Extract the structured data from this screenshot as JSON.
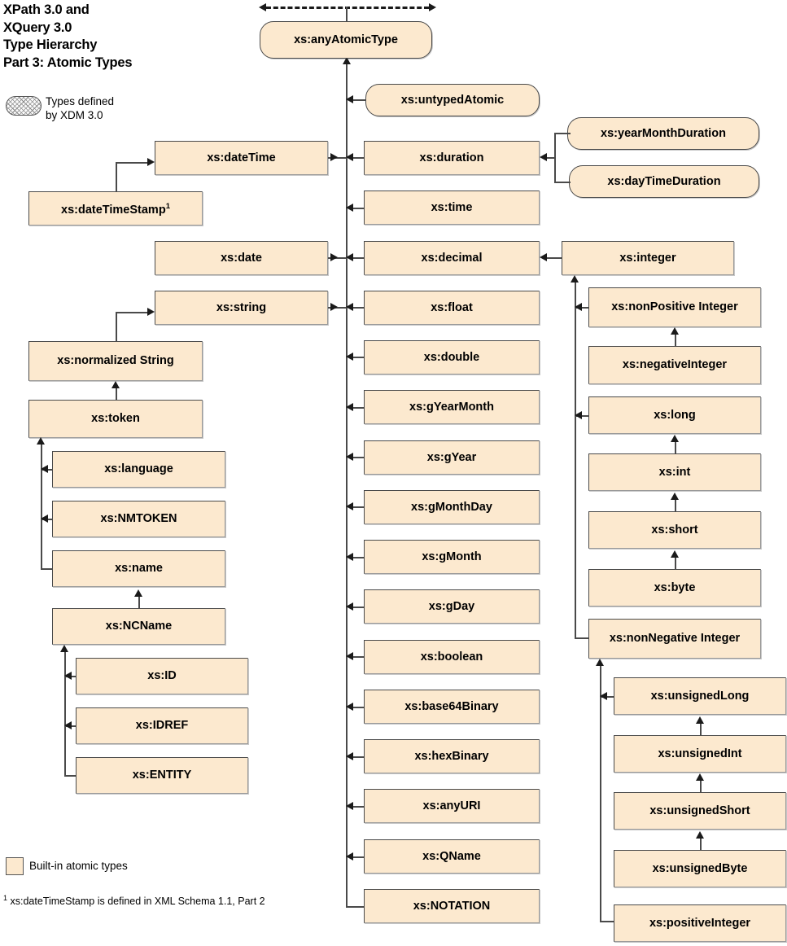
{
  "title": {
    "line1": "XPath 3.0 and",
    "line2": "XQuery 3.0",
    "line3": "Type Hierarchy",
    "line4": "Part 3: Atomic Types"
  },
  "legend": {
    "xdm_label_line1": "Types defined",
    "xdm_label_line2": "by XDM 3.0",
    "builtin_label": "Built-in atomic types",
    "footnote_marker": "1",
    "footnote_text": " xs:dateTimeStamp is defined in XML Schema 1.1, Part 2"
  },
  "colors": {
    "node_fill": "#fce9cf",
    "node_border": "#4a4a4a",
    "connector": "#4a4a4a",
    "arrow": "#1a1a1a",
    "background": "#ffffff"
  },
  "nodes": {
    "anyAtomicType": {
      "label": "xs:anyAtomicType",
      "shape": "rounded",
      "group": "xdm"
    },
    "untypedAtomic": {
      "label": "xs:untypedAtomic",
      "shape": "rounded",
      "group": "xdm"
    },
    "yearMonthDuration": {
      "label": "xs:yearMonthDuration",
      "shape": "rounded",
      "group": "xdm"
    },
    "dayTimeDuration": {
      "label": "xs:dayTimeDuration",
      "shape": "rounded",
      "group": "xdm"
    },
    "dateTime": {
      "label": "xs:dateTime",
      "shape": "rect",
      "group": "builtin"
    },
    "dateTimeStamp": {
      "label": "xs:dateTimeStamp",
      "shape": "rect",
      "group": "builtin",
      "footnote": "1"
    },
    "date": {
      "label": "xs:date",
      "shape": "rect",
      "group": "builtin"
    },
    "string": {
      "label": "xs:string",
      "shape": "rect",
      "group": "builtin"
    },
    "normalizedString": {
      "label": "xs:normalized String",
      "shape": "rect",
      "group": "builtin"
    },
    "token": {
      "label": "xs:token",
      "shape": "rect",
      "group": "builtin"
    },
    "language": {
      "label": "xs:language",
      "shape": "rect",
      "group": "builtin"
    },
    "NMTOKEN": {
      "label": "xs:NMTOKEN",
      "shape": "rect",
      "group": "builtin"
    },
    "name": {
      "label": "xs:name",
      "shape": "rect",
      "group": "builtin"
    },
    "NCName": {
      "label": "xs:NCName",
      "shape": "rect",
      "group": "builtin"
    },
    "ID": {
      "label": "xs:ID",
      "shape": "rect",
      "group": "builtin"
    },
    "IDREF": {
      "label": "xs:IDREF",
      "shape": "rect",
      "group": "builtin"
    },
    "ENTITY": {
      "label": "xs:ENTITY",
      "shape": "rect",
      "group": "builtin"
    },
    "duration": {
      "label": "xs:duration",
      "shape": "rect",
      "group": "builtin"
    },
    "time": {
      "label": "xs:time",
      "shape": "rect",
      "group": "builtin"
    },
    "decimal": {
      "label": "xs:decimal",
      "shape": "rect",
      "group": "builtin"
    },
    "float": {
      "label": "xs:float",
      "shape": "rect",
      "group": "builtin"
    },
    "double": {
      "label": "xs:double",
      "shape": "rect",
      "group": "builtin"
    },
    "gYearMonth": {
      "label": "xs:gYearMonth",
      "shape": "rect",
      "group": "builtin"
    },
    "gYear": {
      "label": "xs:gYear",
      "shape": "rect",
      "group": "builtin"
    },
    "gMonthDay": {
      "label": "xs:gMonthDay",
      "shape": "rect",
      "group": "builtin"
    },
    "gMonth": {
      "label": "xs:gMonth",
      "shape": "rect",
      "group": "builtin"
    },
    "gDay": {
      "label": "xs:gDay",
      "shape": "rect",
      "group": "builtin"
    },
    "boolean": {
      "label": "xs:boolean",
      "shape": "rect",
      "group": "builtin"
    },
    "base64Binary": {
      "label": "xs:base64Binary",
      "shape": "rect",
      "group": "builtin"
    },
    "hexBinary": {
      "label": "xs:hexBinary",
      "shape": "rect",
      "group": "builtin"
    },
    "anyURI": {
      "label": "xs:anyURI",
      "shape": "rect",
      "group": "builtin"
    },
    "QName": {
      "label": "xs:QName",
      "shape": "rect",
      "group": "builtin"
    },
    "NOTATION": {
      "label": "xs:NOTATION",
      "shape": "rect",
      "group": "builtin"
    },
    "integer": {
      "label": "xs:integer",
      "shape": "rect",
      "group": "builtin"
    },
    "nonPositiveInteger": {
      "label": "xs:nonPositive Integer",
      "shape": "rect",
      "group": "builtin"
    },
    "negativeInteger": {
      "label": "xs:negativeInteger",
      "shape": "rect",
      "group": "builtin"
    },
    "long": {
      "label": "xs:long",
      "shape": "rect",
      "group": "builtin"
    },
    "int": {
      "label": "xs:int",
      "shape": "rect",
      "group": "builtin"
    },
    "short": {
      "label": "xs:short",
      "shape": "rect",
      "group": "builtin"
    },
    "byte": {
      "label": "xs:byte",
      "shape": "rect",
      "group": "builtin"
    },
    "nonNegativeInteger": {
      "label": "xs:nonNegative Integer",
      "shape": "rect",
      "group": "builtin"
    },
    "unsignedLong": {
      "label": "xs:unsignedLong",
      "shape": "rect",
      "group": "builtin"
    },
    "unsignedInt": {
      "label": "xs:unsignedInt",
      "shape": "rect",
      "group": "builtin"
    },
    "unsignedShort": {
      "label": "xs:unsignedShort",
      "shape": "rect",
      "group": "builtin"
    },
    "unsignedByte": {
      "label": "xs:unsignedByte",
      "shape": "rect",
      "group": "builtin"
    },
    "positiveInteger": {
      "label": "xs:positiveInteger",
      "shape": "rect",
      "group": "builtin"
    }
  },
  "hierarchy": [
    {
      "parent": "anyAtomicType",
      "child": "untypedAtomic"
    },
    {
      "parent": "anyAtomicType",
      "child": "dateTime"
    },
    {
      "parent": "anyAtomicType",
      "child": "date"
    },
    {
      "parent": "anyAtomicType",
      "child": "string"
    },
    {
      "parent": "anyAtomicType",
      "child": "duration"
    },
    {
      "parent": "anyAtomicType",
      "child": "time"
    },
    {
      "parent": "anyAtomicType",
      "child": "decimal"
    },
    {
      "parent": "anyAtomicType",
      "child": "float"
    },
    {
      "parent": "anyAtomicType",
      "child": "double"
    },
    {
      "parent": "anyAtomicType",
      "child": "gYearMonth"
    },
    {
      "parent": "anyAtomicType",
      "child": "gYear"
    },
    {
      "parent": "anyAtomicType",
      "child": "gMonthDay"
    },
    {
      "parent": "anyAtomicType",
      "child": "gMonth"
    },
    {
      "parent": "anyAtomicType",
      "child": "gDay"
    },
    {
      "parent": "anyAtomicType",
      "child": "boolean"
    },
    {
      "parent": "anyAtomicType",
      "child": "base64Binary"
    },
    {
      "parent": "anyAtomicType",
      "child": "hexBinary"
    },
    {
      "parent": "anyAtomicType",
      "child": "anyURI"
    },
    {
      "parent": "anyAtomicType",
      "child": "QName"
    },
    {
      "parent": "anyAtomicType",
      "child": "NOTATION"
    },
    {
      "parent": "dateTime",
      "child": "dateTimeStamp"
    },
    {
      "parent": "duration",
      "child": "yearMonthDuration"
    },
    {
      "parent": "duration",
      "child": "dayTimeDuration"
    },
    {
      "parent": "decimal",
      "child": "integer"
    },
    {
      "parent": "string",
      "child": "normalizedString"
    },
    {
      "parent": "normalizedString",
      "child": "token"
    },
    {
      "parent": "token",
      "child": "language"
    },
    {
      "parent": "token",
      "child": "NMTOKEN"
    },
    {
      "parent": "token",
      "child": "name"
    },
    {
      "parent": "name",
      "child": "NCName"
    },
    {
      "parent": "NCName",
      "child": "ID"
    },
    {
      "parent": "NCName",
      "child": "IDREF"
    },
    {
      "parent": "NCName",
      "child": "ENTITY"
    },
    {
      "parent": "integer",
      "child": "nonPositiveInteger"
    },
    {
      "parent": "nonPositiveInteger",
      "child": "negativeInteger"
    },
    {
      "parent": "integer",
      "child": "long"
    },
    {
      "parent": "long",
      "child": "int"
    },
    {
      "parent": "int",
      "child": "short"
    },
    {
      "parent": "short",
      "child": "byte"
    },
    {
      "parent": "integer",
      "child": "nonNegativeInteger"
    },
    {
      "parent": "nonNegativeInteger",
      "child": "unsignedLong"
    },
    {
      "parent": "unsignedLong",
      "child": "unsignedInt"
    },
    {
      "parent": "unsignedInt",
      "child": "unsignedShort"
    },
    {
      "parent": "unsignedShort",
      "child": "unsignedByte"
    },
    {
      "parent": "nonNegativeInteger",
      "child": "positiveInteger"
    }
  ]
}
